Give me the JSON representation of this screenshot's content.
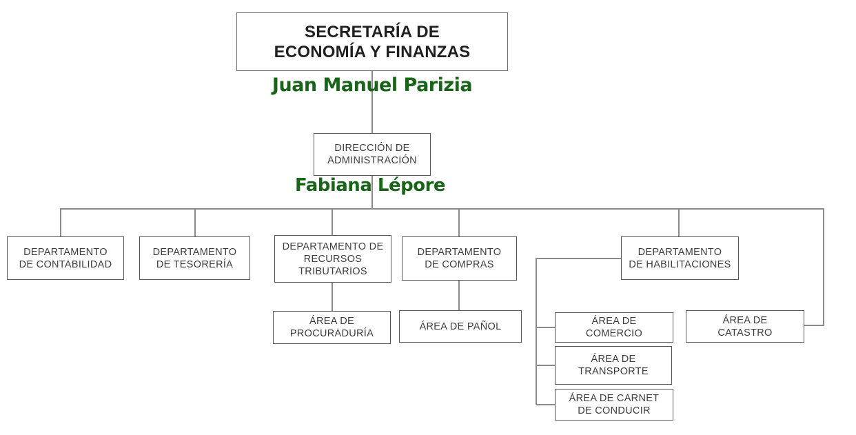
{
  "colors": {
    "background": "#ffffff",
    "holder_name_green": "#186418",
    "node_text": "#3c3c3c",
    "root_text": "#1f1f1f",
    "node_border": "#575757",
    "connector_gray": "#8a8a8a"
  },
  "org_chart": {
    "secretaria": {
      "label": "SECRETARÍA DE\nECONOMÍA Y FINANZAS",
      "holder": "Juan Manuel Parizia"
    },
    "direccion": {
      "label": "DIRECCIÓN DE\nADMINISTRACIÓN",
      "holder": "Fabiana Lépore"
    },
    "departments": {
      "contabilidad": {
        "label": "DEPARTAMENTO\nDE CONTABILIDAD"
      },
      "tesoreria": {
        "label": "DEPARTAMENTO\nDE TESORERÍA"
      },
      "recursos_tributarios": {
        "label": "DEPARTAMENTO DE\nRECURSOS\nTRIBUTARIOS"
      },
      "compras": {
        "label": "DEPARTAMENTO\nDE COMPRAS"
      },
      "habilitaciones": {
        "label": "DEPARTAMENTO\nDE HABILITACIONES"
      }
    },
    "areas": {
      "procuraduria": {
        "label": "ÁREA DE\nPROCURADURÍA"
      },
      "panol": {
        "label": "ÁREA DE PAÑOL"
      },
      "comercio": {
        "label": "ÁREA DE\nCOMERCIO"
      },
      "transporte": {
        "label": "ÁREA DE\nTRANSPORTE"
      },
      "carnet_conducir": {
        "label": "ÁREA DE CARNET\nDE CONDUCIR"
      },
      "catastro": {
        "label": "ÁREA DE\nCATASTRO"
      }
    },
    "edges": [
      {
        "from": "secretaria",
        "to": "direccion"
      },
      {
        "from": "direccion",
        "to": "contabilidad"
      },
      {
        "from": "direccion",
        "to": "tesoreria"
      },
      {
        "from": "direccion",
        "to": "recursos_tributarios"
      },
      {
        "from": "direccion",
        "to": "compras"
      },
      {
        "from": "direccion",
        "to": "habilitaciones"
      },
      {
        "from": "direccion",
        "to": "catastro"
      },
      {
        "from": "recursos_tributarios",
        "to": "procuraduria"
      },
      {
        "from": "compras",
        "to": "panol"
      },
      {
        "from": "habilitaciones",
        "to": "comercio"
      },
      {
        "from": "habilitaciones",
        "to": "transporte"
      },
      {
        "from": "habilitaciones",
        "to": "carnet_conducir"
      }
    ]
  }
}
